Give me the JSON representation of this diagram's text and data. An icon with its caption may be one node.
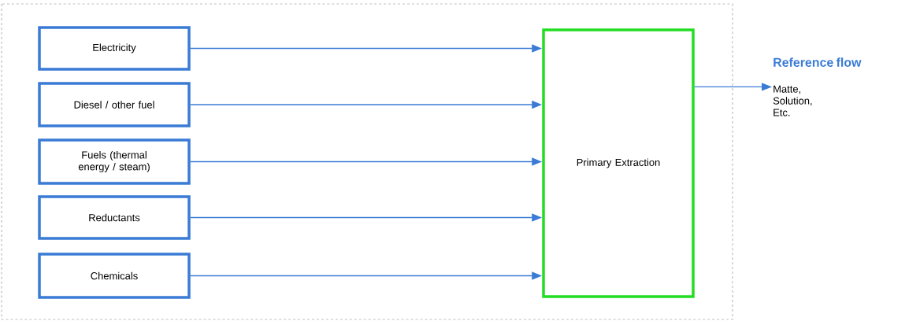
{
  "diagram": {
    "nodes": [
      {
        "text": [
          "Electricity"
        ]
      },
      {
        "text": [
          "Diesel / other fuel"
        ]
      },
      {
        "text": [
          "Fuels (thermal energy / steam)"
        ]
      },
      {
        "text": [
          "Reductants"
        ]
      },
      {
        "text": [
          "Chemicals"
        ]
      },
      {
        "text": [
          "Primary Extraction"
        ]
      },
      {
        "text": [
          "Reference flow",
          "Matte, Solution, Etc."
        ]
      }
    ],
    "edges": [
      {
        "from": 0,
        "to": 5,
        "arrow": "to"
      },
      {
        "from": 1,
        "to": 5,
        "arrow": "to"
      },
      {
        "from": 2,
        "to": 5,
        "arrow": "to"
      },
      {
        "from": 3,
        "to": 5,
        "arrow": "to"
      },
      {
        "from": 4,
        "to": 5,
        "arrow": "to"
      },
      {
        "from": 5,
        "to": 6,
        "arrow": "to"
      }
    ]
  }
}
